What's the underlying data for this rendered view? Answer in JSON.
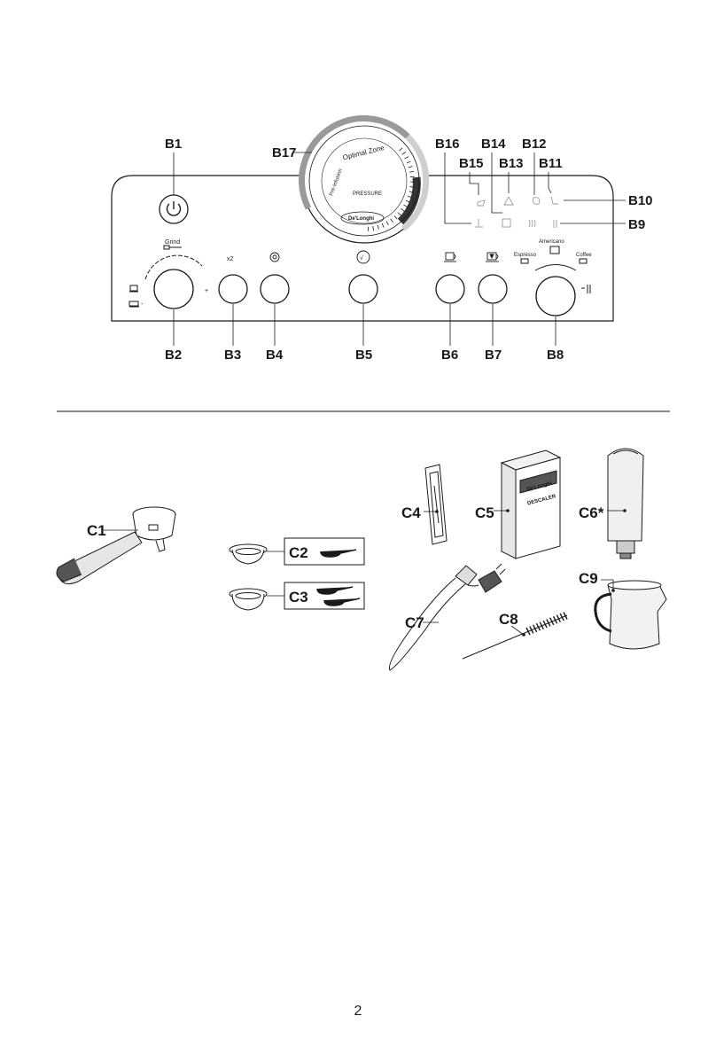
{
  "labels": {
    "b1": "B1",
    "b2": "B2",
    "b3": "B3",
    "b4": "B4",
    "b5": "B5",
    "b6": "B6",
    "b7": "B7",
    "b8": "B8",
    "b9": "B9",
    "b10": "B10",
    "b11": "B11",
    "b12": "B12",
    "b13": "B13",
    "b14": "B14",
    "b15": "B15",
    "b16": "B16",
    "b17": "B17",
    "c1": "C1",
    "c2": "C2",
    "c3": "C3",
    "c4": "C4",
    "c5": "C5",
    "c6": "C6*",
    "c7": "C7",
    "c8": "C8",
    "c9": "C9"
  },
  "panel": {
    "grind": "Grind",
    "double": "x2",
    "confirm": "√",
    "americano": "Americano",
    "espresso": "Espresso",
    "coffee": "Coffee",
    "plus": "+",
    "minus": "-"
  },
  "gauge": {
    "optimal_zone": "Optimal Zone",
    "pre_infusion": "Pre-infusion",
    "pressure": "PRESSURE",
    "brand": "De'Longhi"
  },
  "descaler": {
    "brand": "De'Longhi",
    "name": "DESCALER"
  },
  "page_number": "2"
}
